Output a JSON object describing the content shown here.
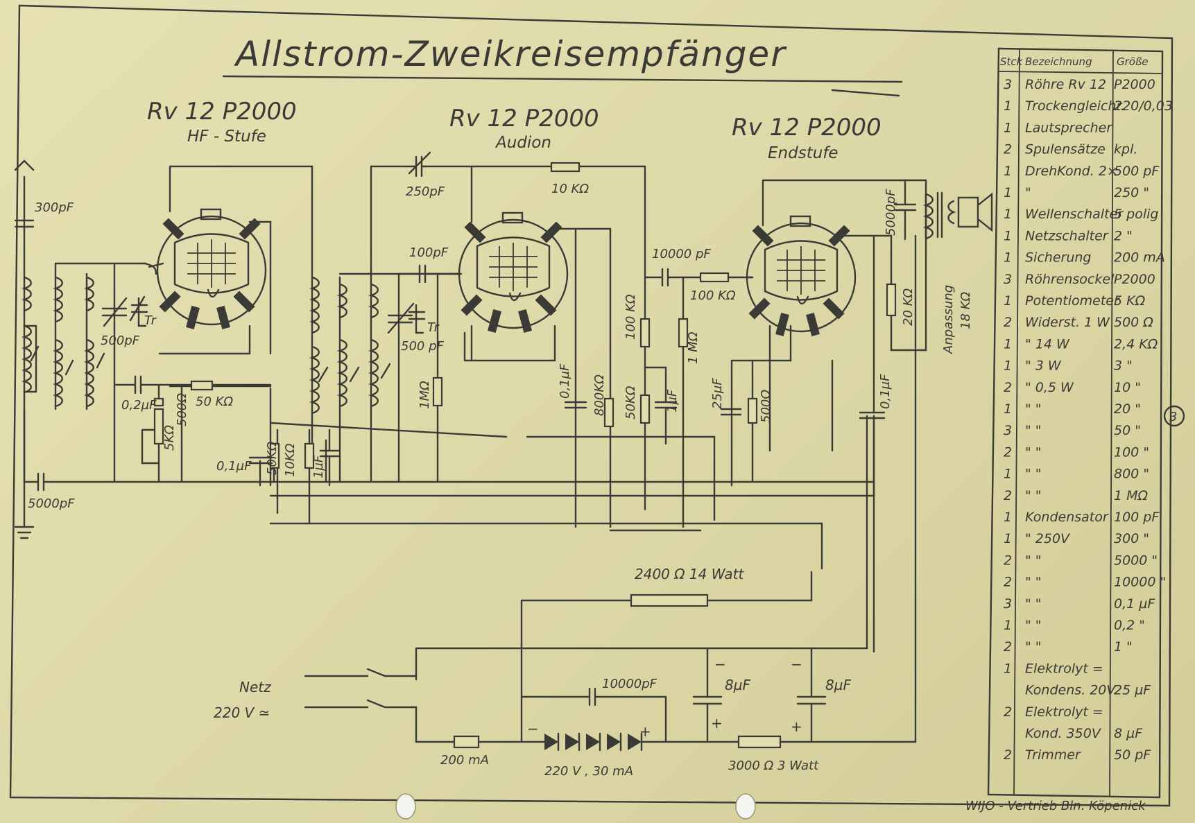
{
  "title": "Allstrom-Zweikreisempfänger",
  "tubes": [
    {
      "type": "Rv 12 P2000",
      "stage": "HF - Stufe"
    },
    {
      "type": "Rv 12 P2000",
      "stage": "Audion"
    },
    {
      "type": "Rv 12 P2000",
      "stage": "Endstufe"
    }
  ],
  "component_labels": {
    "c_ant": "300pF",
    "c_gnd": "5000pF",
    "c_tune1": "500pF",
    "tr1": "Tr",
    "c_grid1": "0,2µF",
    "r_pot": "5KΩ",
    "r_500": "500Ω",
    "r_50k": "50 KΩ",
    "c_01a": "0,1µF",
    "r_50ka": "50KΩ",
    "r_10ka": "10KΩ",
    "c_1uf": "1µF",
    "c_250": "250pF",
    "r_10k": "10 KΩ",
    "c_100": "100pF",
    "c_tune2": "500 pF",
    "tr2": "Tr",
    "r_1m": "1MΩ",
    "c_01b": "0,1µF",
    "r_800": "800KΩ",
    "c_10000": "10000 pF",
    "r_100k": "100 KΩ",
    "r_100kv": "100 KΩ",
    "r_1m2": "1 MΩ",
    "r_50kb": "50KΩ",
    "c_1ufb": "1µF",
    "c_25": "25µF",
    "r_500b": "500Ω",
    "c_01c": "0,1µF",
    "r_20k": "20 KΩ",
    "c_5000": "5000pF",
    "anpassung": "Anpassung",
    "anp_val": "18 KΩ",
    "r_2400": "2400 Ω   14 Watt",
    "netz": "Netz",
    "netz_v": "220 V ≃",
    "c_10000b": "10000pF",
    "c_8a": "8µF",
    "c_8b": "8µF",
    "fuse": "200 mA",
    "rect": "220 V , 30 mA",
    "r_3000": "3000 Ω  3 Watt",
    "minus": "−",
    "plus": "+"
  },
  "parts_table": {
    "headers": [
      "Stck",
      "Bezeichnung",
      "Größe"
    ],
    "rows": [
      [
        "3",
        "Röhre Rv 12",
        "P2000"
      ],
      [
        "1",
        "Trockengleichr.",
        "220/0,03"
      ],
      [
        "1",
        "Lautsprecher",
        ""
      ],
      [
        "2",
        "Spulensätze",
        "kpl."
      ],
      [
        "1",
        "DrehKond. 2×",
        "500 pF"
      ],
      [
        "1",
        "\"",
        "250 \""
      ],
      [
        "1",
        "Wellenschalter",
        "5 polig"
      ],
      [
        "1",
        "Netzschalter",
        "2 \""
      ],
      [
        "1",
        "Sicherung",
        "200 mA"
      ],
      [
        "3",
        "Röhrensockel",
        "P2000"
      ],
      [
        "1",
        "Potentiometer",
        "5 KΩ"
      ],
      [
        "2",
        "Widerst. 1 W",
        "500 Ω"
      ],
      [
        "1",
        "\"    14 W",
        "2,4 KΩ"
      ],
      [
        "1",
        "\"    3 W",
        "3 \""
      ],
      [
        "2",
        "\"    0,5 W",
        "10 \""
      ],
      [
        "1",
        "\"      \"",
        "20 \""
      ],
      [
        "3",
        "\"      \"",
        "50 \""
      ],
      [
        "2",
        "\"      \"",
        "100 \""
      ],
      [
        "1",
        "\"      \"",
        "800 \""
      ],
      [
        "2",
        "\"      \"",
        "1 MΩ"
      ],
      [
        "1",
        "Kondensator",
        "100 pF"
      ],
      [
        "1",
        "\"   250V",
        "300 \""
      ],
      [
        "2",
        "\"      \"",
        "5000 \""
      ],
      [
        "2",
        "\"      \"",
        "10000 \""
      ],
      [
        "3",
        "\"      \"",
        "0,1 µF"
      ],
      [
        "1",
        "\"      \"",
        "0,2 \""
      ],
      [
        "2",
        "\"      \"",
        "1 \""
      ],
      [
        "1",
        "Elektrolyt =",
        ""
      ],
      [
        "",
        "Kondens. 20V",
        "25 µF"
      ],
      [
        "2",
        "Elektrolyt =",
        ""
      ],
      [
        "",
        "Kond. 350V",
        "8 µF"
      ],
      [
        "2",
        "Trimmer",
        "50 pF"
      ]
    ]
  },
  "sheet_number": "3",
  "footer": "WIJO - Vertrieb Bln. Köpenick"
}
